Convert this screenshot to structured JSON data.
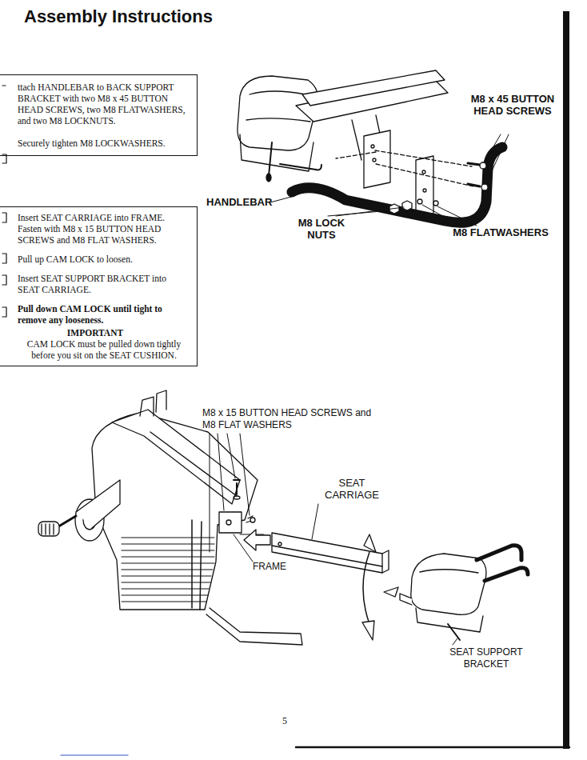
{
  "diagram": {
    "title": "Assembly Instructions",
    "nodes": [
      {
        "text": [
          "ttach HANDLEBAR to BACK SUPPORT BRACKET with two M8 x 45 BUTTON HEAD SCREWS, two M8 FLATWASHERS, and two M8 LOCKNUTS.",
          "Securely tighten M8 LOCKWASHERS."
        ]
      },
      {
        "text": [
          "Insert SEAT CARRIAGE into FRAME. Fasten with M8 x 15 BUTTON HEAD SCREWS and M8 FLAT WASHERS.",
          "Pull up CAM LOCK to loosen.",
          "Insert SEAT SUPPORT BRACKET into SEAT CARRIAGE.",
          "Pull down CAM LOCK until tight to remove any looseness.",
          "IMPORTANT",
          "CAM LOCK must be pulled down tightly before you sit on the SEAT CUSHION."
        ]
      }
    ],
    "labels": [
      "HANDLEBAR",
      "M8 x 45 BUTTON HEAD SCREWS",
      "M8 LOCK NUTS",
      "M8 FLATWASHERS",
      "M8 x 15 BUTTON HEAD SCREWS and M8 FLAT WASHERS",
      "SEAT CARRIAGE",
      "FRAME",
      "SEAT SUPPORT BRACKET",
      "5"
    ]
  }
}
